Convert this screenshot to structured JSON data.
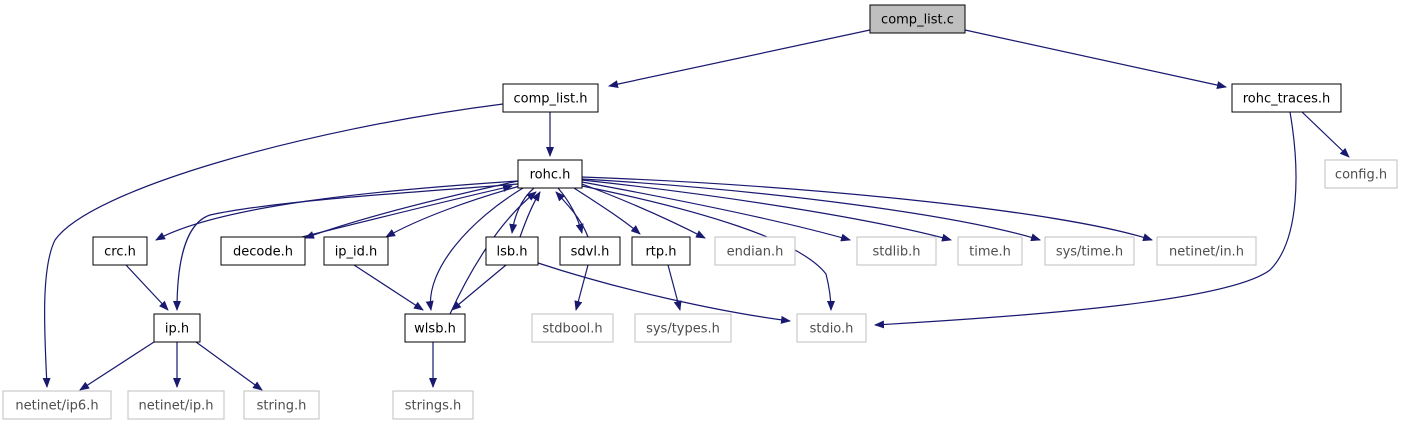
{
  "colors": {
    "edge": "#191970",
    "root_fill": "#bfbfbf",
    "box_border": "#000000",
    "external_border": "#bfbfbf",
    "background": "#ffffff"
  },
  "nodes": [
    {
      "id": "comp_list_c",
      "label": "comp_list.c",
      "kind": "root"
    },
    {
      "id": "comp_list_h",
      "label": "comp_list.h",
      "kind": "local"
    },
    {
      "id": "rohc_traces_h",
      "label": "rohc_traces.h",
      "kind": "local"
    },
    {
      "id": "config_h",
      "label": "config.h",
      "kind": "external"
    },
    {
      "id": "rohc_h",
      "label": "rohc.h",
      "kind": "local"
    },
    {
      "id": "crc_h",
      "label": "crc.h",
      "kind": "local"
    },
    {
      "id": "decode_h",
      "label": "decode.h",
      "kind": "local"
    },
    {
      "id": "ip_id_h",
      "label": "ip_id.h",
      "kind": "local"
    },
    {
      "id": "lsb_h",
      "label": "lsb.h",
      "kind": "local"
    },
    {
      "id": "sdvl_h",
      "label": "sdvl.h",
      "kind": "local"
    },
    {
      "id": "rtp_h",
      "label": "rtp.h",
      "kind": "local"
    },
    {
      "id": "endian_h",
      "label": "endian.h",
      "kind": "external"
    },
    {
      "id": "stdlib_h",
      "label": "stdlib.h",
      "kind": "external"
    },
    {
      "id": "time_h",
      "label": "time.h",
      "kind": "external"
    },
    {
      "id": "sys_time_h",
      "label": "sys/time.h",
      "kind": "external"
    },
    {
      "id": "netinet_in_h",
      "label": "netinet/in.h",
      "kind": "external"
    },
    {
      "id": "ip_h",
      "label": "ip.h",
      "kind": "local"
    },
    {
      "id": "wlsb_h",
      "label": "wlsb.h",
      "kind": "local"
    },
    {
      "id": "stdbool_h",
      "label": "stdbool.h",
      "kind": "external"
    },
    {
      "id": "sys_types_h",
      "label": "sys/types.h",
      "kind": "external"
    },
    {
      "id": "stdio_h",
      "label": "stdio.h",
      "kind": "external"
    },
    {
      "id": "netinet_ip6_h",
      "label": "netinet/ip6.h",
      "kind": "external"
    },
    {
      "id": "netinet_ip_h",
      "label": "netinet/ip.h",
      "kind": "external"
    },
    {
      "id": "string_h",
      "label": "string.h",
      "kind": "external"
    },
    {
      "id": "strings_h",
      "label": "strings.h",
      "kind": "external"
    }
  ],
  "edges": [
    {
      "from": "comp_list_c",
      "to": "comp_list_h"
    },
    {
      "from": "comp_list_c",
      "to": "rohc_traces_h"
    },
    {
      "from": "comp_list_h",
      "to": "rohc_h"
    },
    {
      "from": "comp_list_h",
      "to": "netinet_ip6_h"
    },
    {
      "from": "rohc_traces_h",
      "to": "config_h"
    },
    {
      "from": "rohc_traces_h",
      "to": "stdio_h"
    },
    {
      "from": "rohc_h",
      "to": "crc_h"
    },
    {
      "from": "rohc_h",
      "to": "decode_h"
    },
    {
      "from": "rohc_h",
      "to": "ip_id_h"
    },
    {
      "from": "rohc_h",
      "to": "lsb_h"
    },
    {
      "from": "rohc_h",
      "to": "sdvl_h"
    },
    {
      "from": "rohc_h",
      "to": "rtp_h"
    },
    {
      "from": "rohc_h",
      "to": "endian_h"
    },
    {
      "from": "rohc_h",
      "to": "stdlib_h"
    },
    {
      "from": "rohc_h",
      "to": "time_h"
    },
    {
      "from": "rohc_h",
      "to": "sys_time_h"
    },
    {
      "from": "rohc_h",
      "to": "netinet_in_h"
    },
    {
      "from": "rohc_h",
      "to": "ip_h"
    },
    {
      "from": "rohc_h",
      "to": "wlsb_h"
    },
    {
      "from": "rohc_h",
      "to": "stdio_h"
    },
    {
      "from": "decode_h",
      "to": "rohc_h"
    },
    {
      "from": "lsb_h",
      "to": "rohc_h"
    },
    {
      "from": "sdvl_h",
      "to": "rohc_h"
    },
    {
      "from": "wlsb_h",
      "to": "rohc_h"
    },
    {
      "from": "crc_h",
      "to": "ip_h"
    },
    {
      "from": "ip_id_h",
      "to": "wlsb_h"
    },
    {
      "from": "lsb_h",
      "to": "wlsb_h"
    },
    {
      "from": "lsb_h",
      "to": "stdio_h"
    },
    {
      "from": "sdvl_h",
      "to": "stdbool_h"
    },
    {
      "from": "rtp_h",
      "to": "sys_types_h"
    },
    {
      "from": "ip_h",
      "to": "netinet_ip6_h"
    },
    {
      "from": "ip_h",
      "to": "netinet_ip_h"
    },
    {
      "from": "ip_h",
      "to": "string_h"
    },
    {
      "from": "wlsb_h",
      "to": "strings_h"
    }
  ]
}
